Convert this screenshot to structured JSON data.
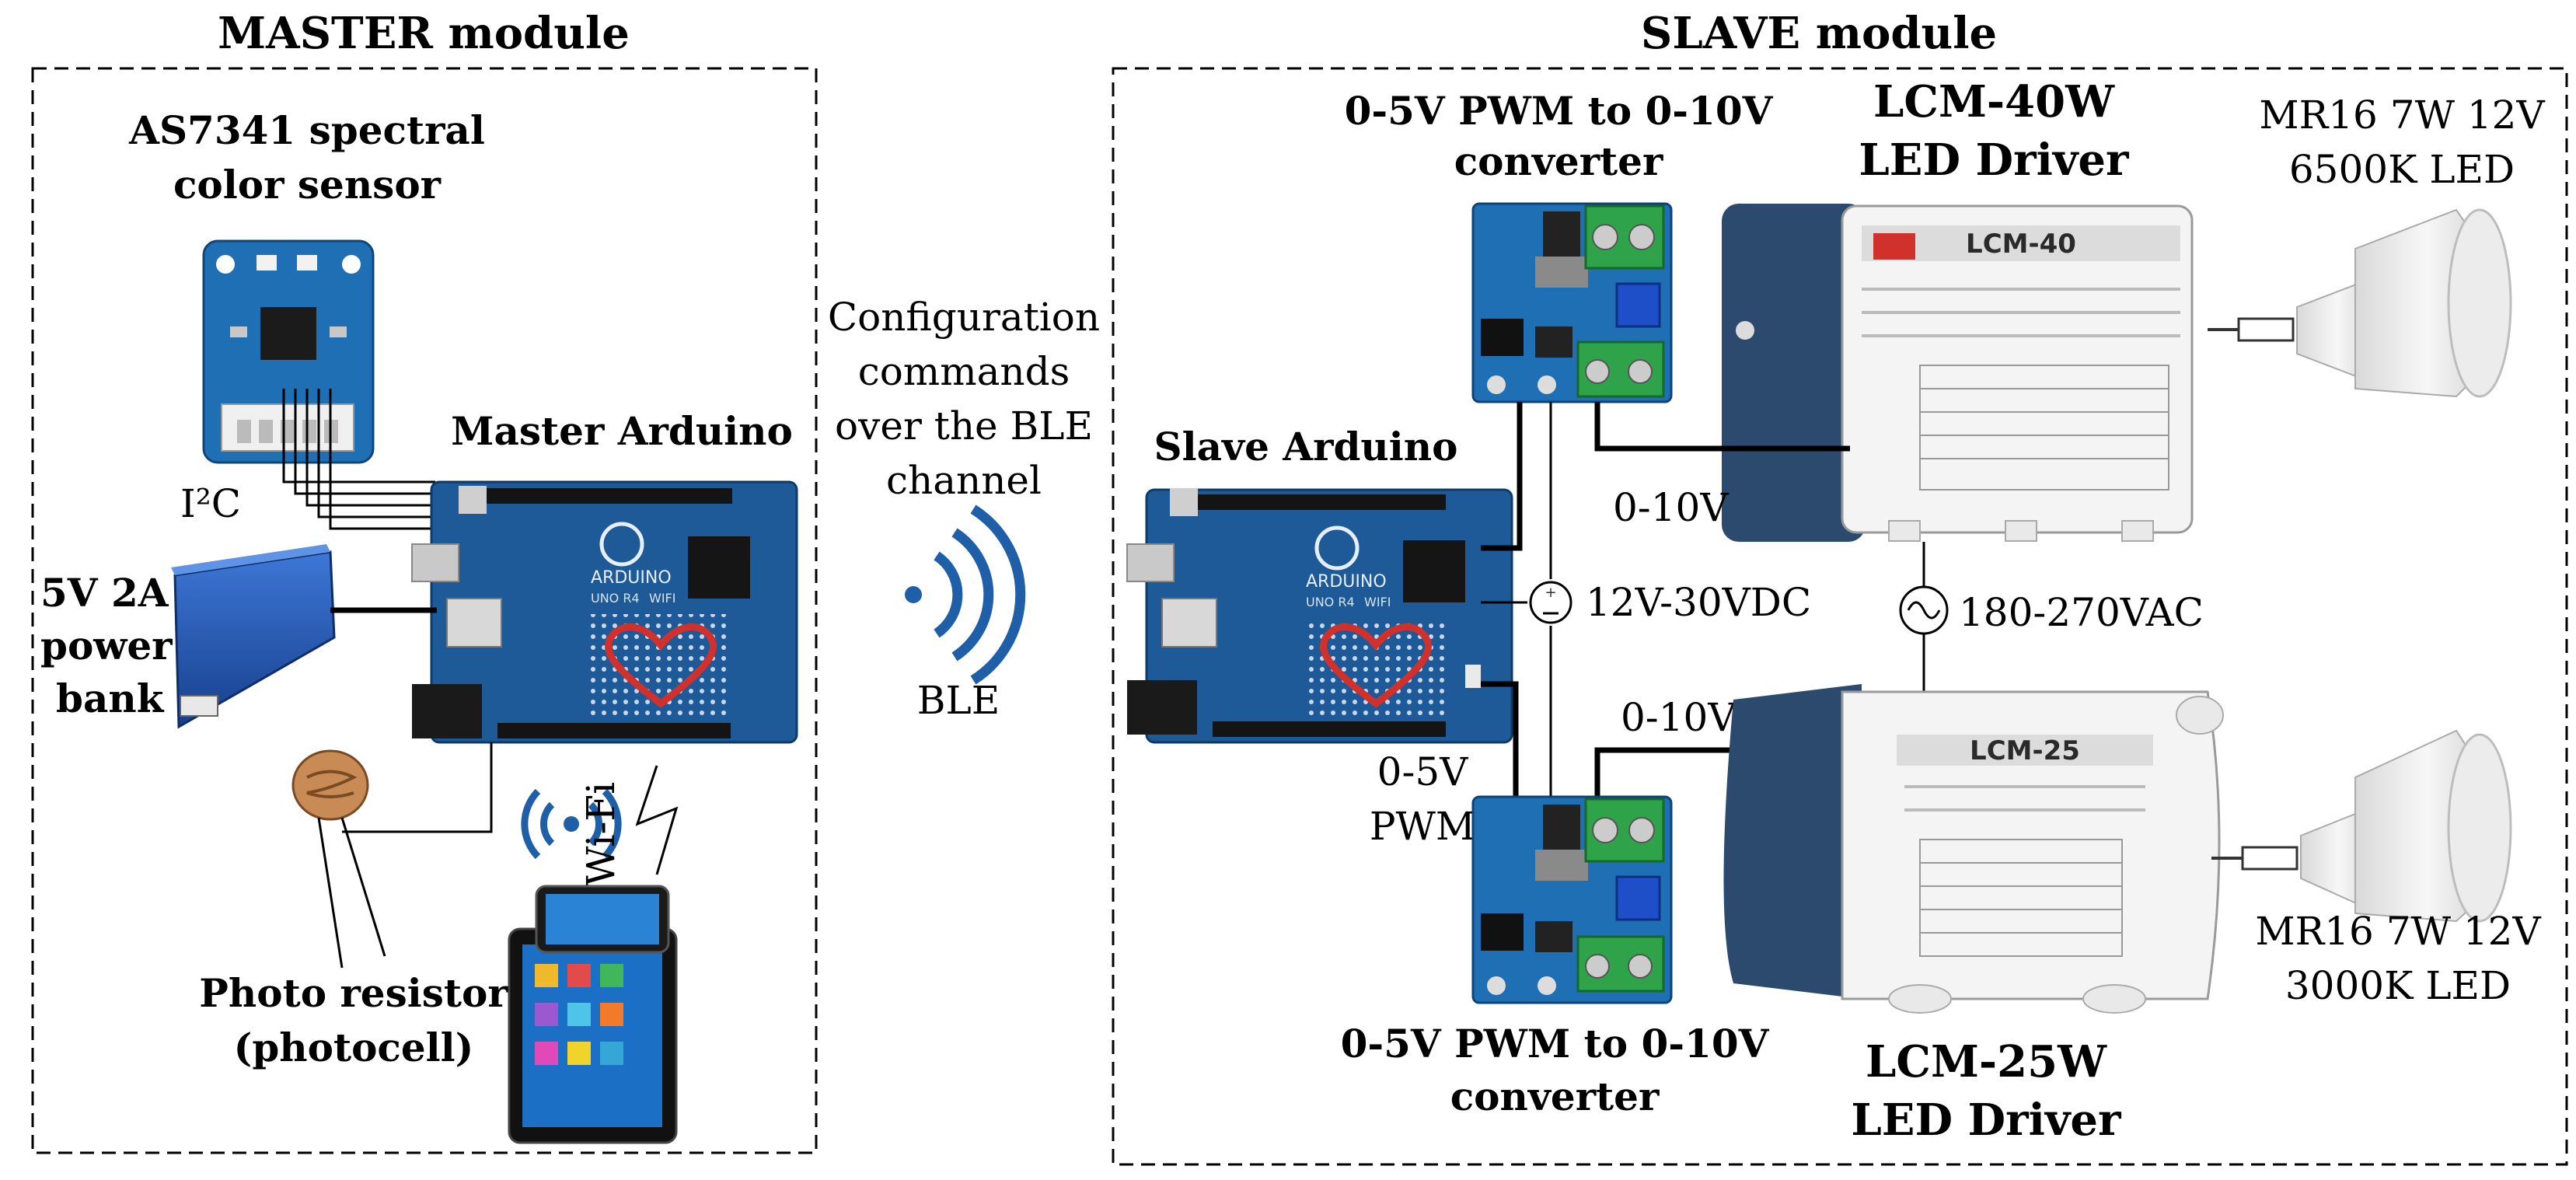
{
  "master": {
    "title": "MASTER module",
    "sensor": {
      "line1": "AS7341 spectral",
      "line2": "color sensor"
    },
    "i2c": "I²C",
    "arduino": "Master Arduino",
    "powerbank": {
      "line1": "5V 2A",
      "line2": "power",
      "line3": "bank"
    },
    "photoresistor": {
      "line1": "Photo resistor",
      "line2": "(photocell)"
    },
    "wifi": "Wi-Fi",
    "board_print": {
      "brand": "ARDUINO",
      "model": "UNO R4",
      "variant": "WIFI"
    }
  },
  "ble": {
    "line1": "Configuration",
    "line2": "commands",
    "line3": "over the BLE",
    "line4": "channel",
    "label": "BLE"
  },
  "slave": {
    "title": "SLAVE module",
    "arduino": "Slave Arduino",
    "converter_top": {
      "line1": "0-5V PWM to 0-10V",
      "line2": "converter"
    },
    "converter_bottom": {
      "line1": "0-5V PWM to 0-10V",
      "line2": "converter"
    },
    "driver40": {
      "line1": "LCM-40W",
      "line2": "LED Driver",
      "print": "LCM-40"
    },
    "driver25": {
      "line1": "LCM-25W",
      "line2": "LED Driver",
      "print": "LCM-25"
    },
    "led_top": {
      "line1": "MR16 7W 12V",
      "line2": "6500K LED"
    },
    "led_bottom": {
      "line1": "MR16 7W 12V",
      "line2": "3000K LED"
    },
    "v010_top": "0-10V",
    "v010_bottom": "0-10V",
    "pwm": {
      "line1": "0-5V",
      "line2": "PWM"
    },
    "dc": "12V-30VDC",
    "ac": "180-270VAC",
    "board_print": {
      "brand": "ARDUINO",
      "model": "UNO R4",
      "variant": "WIFI"
    }
  },
  "colors": {
    "arduino_blue": "#1d5a97",
    "pcb_blue": "#1f6fb5",
    "terminal_green": "#2ea34a",
    "wifi_blue": "#1f5fa8",
    "powerbank_blue": "#1e54b3",
    "driver_dark": "#2c4a6e",
    "led_red": "#d0312d"
  },
  "icons": [
    "wifi-icon",
    "ble-signal-icon",
    "dc-source-icon",
    "ac-source-icon"
  ]
}
